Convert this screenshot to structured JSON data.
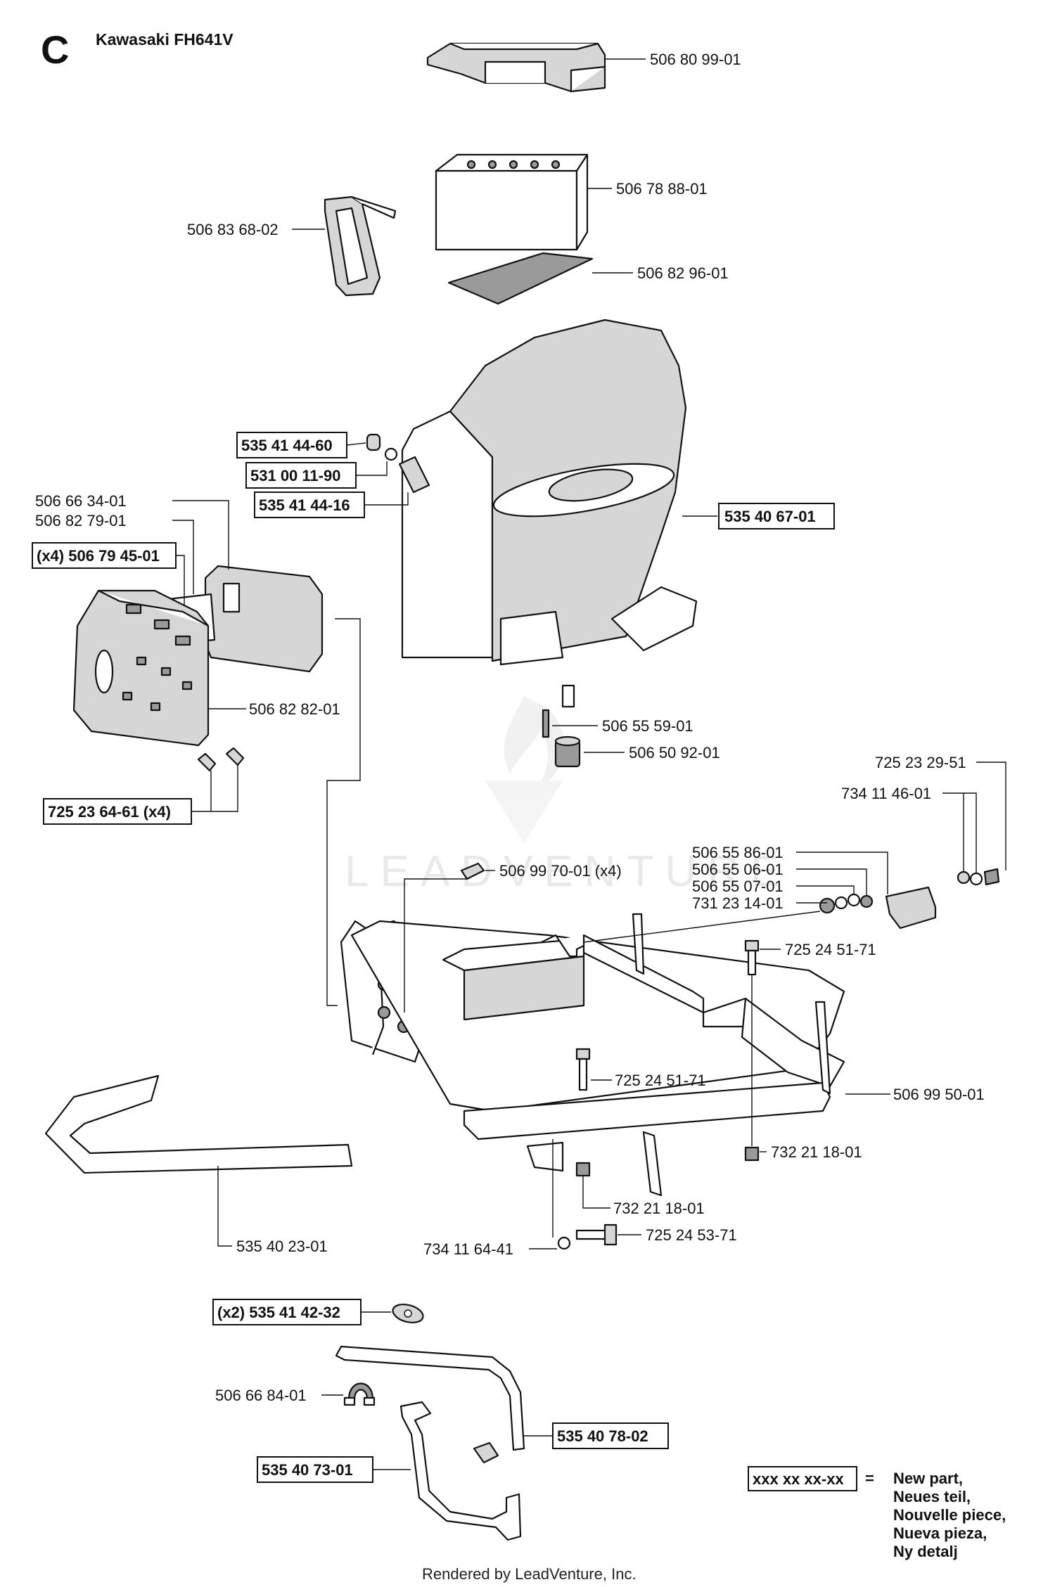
{
  "header": {
    "section": "C",
    "model": "Kawasaki FH641V"
  },
  "parts": {
    "seat_cover": "506 80 99-01",
    "battery": "506 78 88-01",
    "battery_strap": "506 83 68-02",
    "battery_mat": "506 82 96-01",
    "engine_bolt": "535 41 44-60",
    "engine_washer": "531 00 11-90",
    "engine_spacer": "535 41 44-16",
    "engine": "535 40 67-01",
    "muffler_a": "506 66 34-01",
    "muffler_b": "506 82 79-01",
    "muffler_screws": "(x4) 506 79 45-01",
    "muffler_guard": "506 82 82-01",
    "guard_screws": "725 23 64-61 (x4)",
    "key": "506 55 59-01",
    "pulley": "506 50 92-01",
    "screw_725_23_29": "725 23 29-51",
    "washer_734_11_46": "734 11 46-01",
    "clip_a": "506 55 86-01",
    "clip_b": "506 55 06-01",
    "clip_c": "506 55 07-01",
    "nut_731": "731 23 14-01",
    "bolt_x4": "506 99 70-01 (x4)",
    "bolt_725_24_51_a": "725 24 51-71",
    "bolt_725_24_51_b": "725 24 51-71",
    "frame": "506 99 50-01",
    "nut_732_a": "732 21 18-01",
    "nut_732_b": "732 21 18-01",
    "bumper": "535 40 23-01",
    "washer_734_11_64": "734 11 64-41",
    "bolt_725_24_53": "725 24 53-71",
    "gasket_x2": "(x2) 535 41 42-32",
    "clamp": "506 66 84-01",
    "pipe_a": "535 40 78-02",
    "pipe_b": "535 40 73-01"
  },
  "legend": {
    "sample": "xxx xx xx-xx",
    "equals": "=",
    "lines": [
      "New part,",
      "Neues teil,",
      "Nouvelle piece,",
      "Nueva pieza,",
      "Ny detalj"
    ]
  },
  "watermark": "LEADVENTURE",
  "footer": "Rendered by LeadVenture, Inc."
}
